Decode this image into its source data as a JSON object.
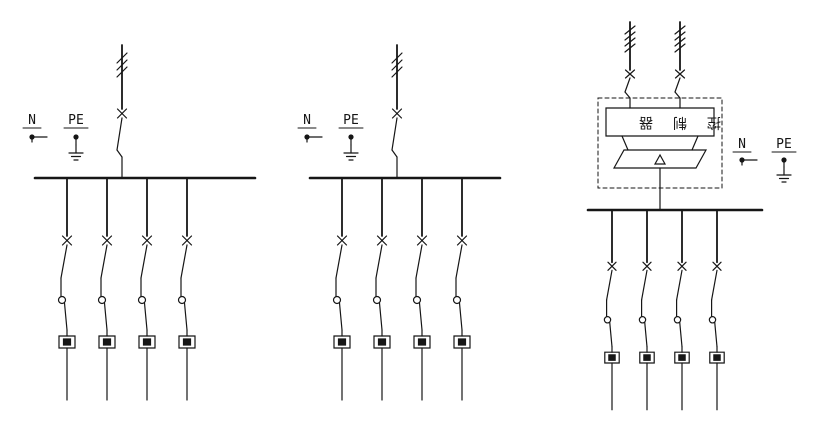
{
  "diagram": {
    "type": "electrical-single-line-schematic",
    "colors": {
      "line": "#161616",
      "background": "#ffffff"
    },
    "panels": [
      {
        "id": "panel-1",
        "neutral_label": "N",
        "pe_label": "PE",
        "incoming_count": 1,
        "outgoing_count": 4
      },
      {
        "id": "panel-2",
        "neutral_label": "N",
        "pe_label": "PE",
        "incoming_count": 1,
        "outgoing_count": 4
      },
      {
        "id": "panel-3",
        "neutral_label": "N",
        "pe_label": "PE",
        "incoming_count": 2,
        "outgoing_count": 4,
        "controller_label": "控制器"
      }
    ]
  }
}
